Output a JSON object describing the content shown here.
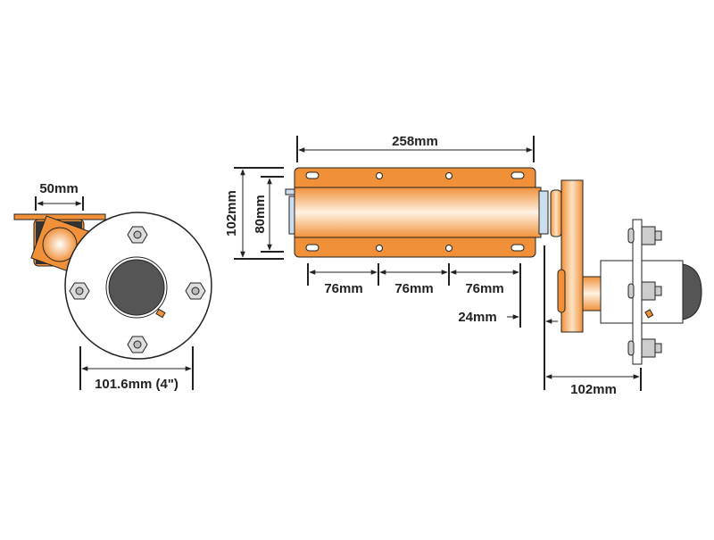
{
  "colors": {
    "orange": "#f0913a",
    "orange_light": "#fde3c4",
    "dark": "#4d4d4d",
    "nut": "#d0d0d0",
    "line": "#222222"
  },
  "dimensions": {
    "bracket_width": "50mm",
    "hub_pcd": "101.6mm (4\")",
    "axle_length": "258mm",
    "plate_height": "102mm",
    "hole_spacing": "80mm",
    "hole_pitch_1": "76mm",
    "hole_pitch_2": "76mm",
    "hole_pitch_3": "76mm",
    "offset": "24mm",
    "stub_length": "102mm"
  }
}
